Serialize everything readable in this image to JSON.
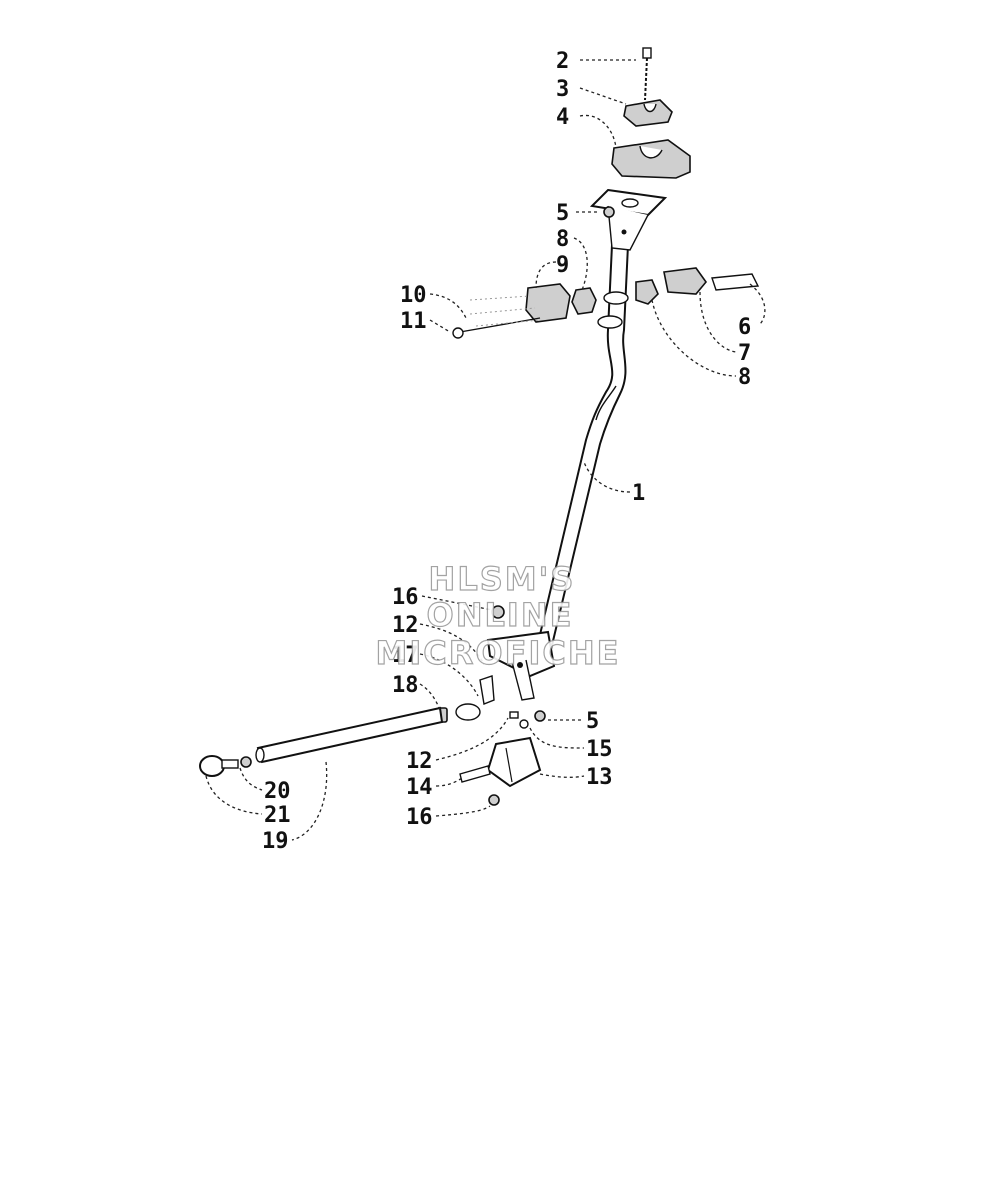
{
  "callouts": {
    "c1": "1",
    "c2": "2",
    "c3": "3",
    "c4": "4",
    "c5a": "5",
    "c5b": "5",
    "c6": "6",
    "c7": "7",
    "c8a": "8",
    "c8b": "8",
    "c9": "9",
    "c10": "10",
    "c11": "11",
    "c12a": "12",
    "c12b": "12",
    "c13": "13",
    "c14": "14",
    "c15": "15",
    "c16a": "16",
    "c16b": "16",
    "c17": "17",
    "c18": "18",
    "c19": "19",
    "c20": "20",
    "c21": "21"
  },
  "watermark": {
    "line1": "HLSM'S",
    "line2": "ONLINE",
    "line3": "MICROFICHE"
  }
}
